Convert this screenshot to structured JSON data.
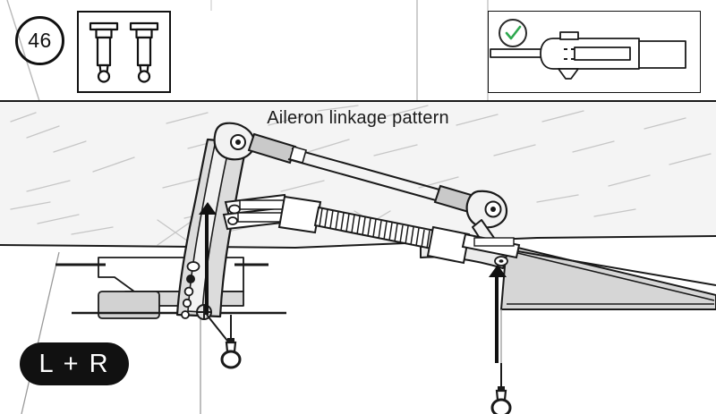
{
  "header": {
    "step_number": "46",
    "parts_box": {
      "name": "parts-callout",
      "items": [
        {
          "icon": "bolt-icon",
          "label": "bolt"
        },
        {
          "icon": "bolt-icon",
          "label": "bolt"
        }
      ]
    },
    "detail_box": {
      "name": "detail-inset",
      "status_icon": "check-circle-icon",
      "status_color": "#2ea84f",
      "subject": "clevis-linkage-detail"
    }
  },
  "illustration": {
    "title": "Aileron linkage pattern",
    "wing_fill": "#f4f4f4",
    "aileron_fill": "#d6d6d6",
    "metal_fill": "#c9c9c9",
    "line_color": "#1a1a1a",
    "callouts": [
      {
        "name": "left-bolt-callout",
        "icon": "bolt-icon"
      },
      {
        "name": "right-bolt-callout",
        "icon": "bolt-icon"
      }
    ],
    "arrows": [
      {
        "name": "left-attach-arrow"
      },
      {
        "name": "right-attach-arrow"
      }
    ],
    "horn_holes": {
      "count": 5,
      "selected_index": 2
    }
  },
  "badge": {
    "label": "L + R"
  }
}
